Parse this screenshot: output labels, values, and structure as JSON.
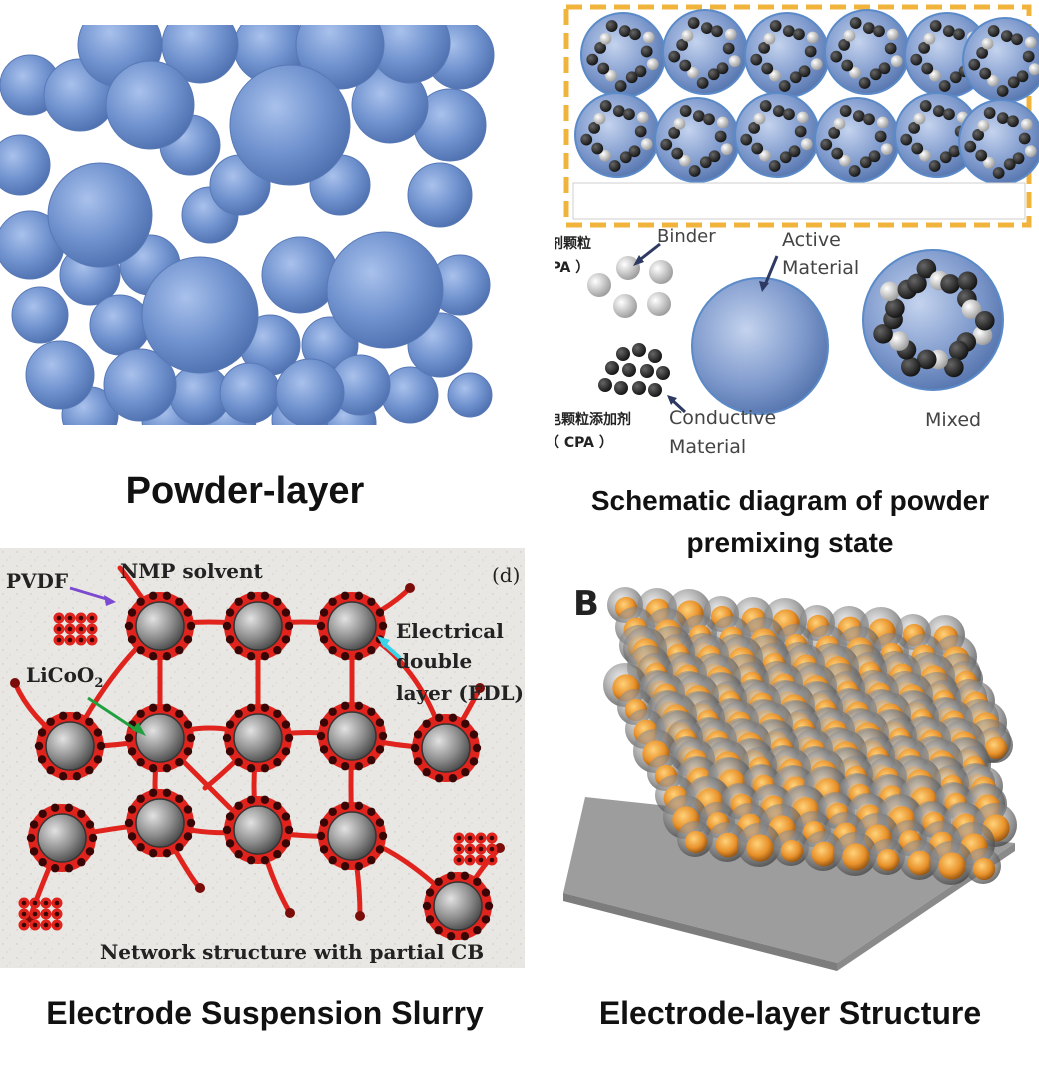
{
  "captions": {
    "powder_layer": "Powder-layer",
    "schematic_line1": "Schematic diagram of powder",
    "schematic_line2": "premixing state",
    "suspension": "Electrode Suspension Slurry",
    "electrode_layer": "Electrode-layer Structure"
  },
  "schematic": {
    "bpa_cn": "粘结剂颗粒",
    "bpa_en": "（ BPA ）",
    "binder": "Binder",
    "active1": "Active",
    "active2": "Material",
    "cpa_cn": "导电颗粒添加剂",
    "cpa_en": "（ CPA ）",
    "conductive1": "Conductive",
    "conductive2": "Material",
    "mixed": "Mixed"
  },
  "slurry": {
    "panel_letter": "(d)",
    "pvdf": "PVDF",
    "nmp": "NMP solvent",
    "licoo2": "LiCoO",
    "licoo2_sub": "2",
    "edl1": "Electrical",
    "edl2": "double",
    "edl3": "layer (EDL)",
    "network": "Network structure with partial CB"
  },
  "electrode": {
    "panel_letter": "B"
  },
  "colors": {
    "sphere_blue": "#6e8fcb",
    "highlight_orange": "#f0a83a",
    "slurry_red": "#e0241d",
    "dashed_frame": "#f0b43c"
  }
}
